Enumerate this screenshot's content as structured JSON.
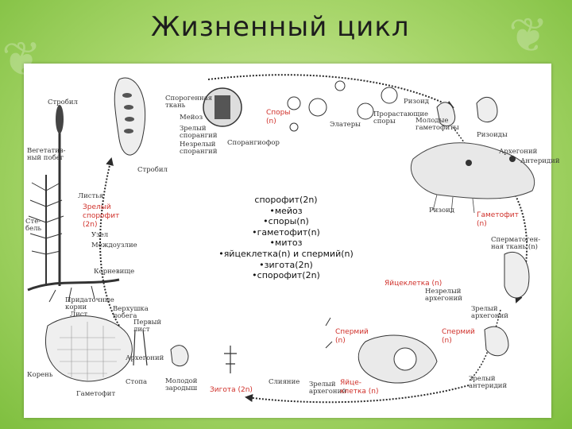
{
  "title": "Жизненный цикл",
  "summary_lines": [
    "спорофит(2n)",
    "•мейоз",
    "•споры(n)",
    "•гаметофит(n)",
    "•митоз",
    "•яйцеклетка(n) и спермий(n)",
    "•зигота(2n)",
    "•спорофит(2n)"
  ],
  "red_labels": {
    "spores": "Споры\n(n)",
    "mature_sporophyte": "Зрелый\nспорофит\n(2n)",
    "gametophyte": "Гаметофит\n(n)",
    "egg_cell": "Яйцеклетка (n)",
    "sperm_left": "Спермий\n(n)",
    "sperm_right": "Спермий\n(n)",
    "zygote": "Зигота (2n)",
    "egg_cell_bottom": "Яйце-\nклетка (n)"
  },
  "labels": {
    "strobil": "Стробил",
    "sporangium_tissue": "Спорогенная\nткань",
    "meiosis": "Мейоз",
    "mature_sporangium": "Зрелый\nспорангий",
    "immature_sporangium": "Незрелый\nспорангий",
    "sporangiophore": "Спорангиофор",
    "strobil_bottom": "Стробил",
    "elaters": "Элатеры",
    "rhizoid_top": "Ризоид",
    "germinating_spores": "Прорастающие\nспоры",
    "young_gametophytes": "Молодые\nгаметофиты",
    "rhizoids": "Ризоиды",
    "vegetative_shoot": "Вегетатив-\nный побег",
    "leaves": "Листья",
    "stem": "Сте-\nбель",
    "node": "Узел",
    "internode": "Междоузлие",
    "roots": "Корневище",
    "archegonium_right": "Архегоний",
    "antheridium": "Антеридий",
    "rhizoid_mid": "Ризоид",
    "spermatogenous_tissue": "Сперматоген-\nная ткань (n)",
    "immature_archegonium": "Незрелый\nархегоний",
    "mature_archegonium": "Зрелый\nархегоний",
    "adventitious_roots": "Придаточные\nкорни",
    "first_leaf": "Лист",
    "upper_leaf": "Верхушка\nпобега",
    "first_leaf_2": "Первый\nлист",
    "root": "Корень",
    "archegonium_bottom": "Архегоний",
    "foot": "Стопа",
    "young_embryo": "Молодой\nзародыш",
    "fusion": "Слияние",
    "mature_archegonium_bottom": "Зрелый\nархегоний",
    "mature_antheridium": "Зрелый\nантеридий",
    "gametophyte_bottom": "Гаметофит"
  },
  "colors": {
    "red_label": "#d0302a",
    "cycle_arrow": "#2b2b2b",
    "background_green": "#a8d66b"
  }
}
